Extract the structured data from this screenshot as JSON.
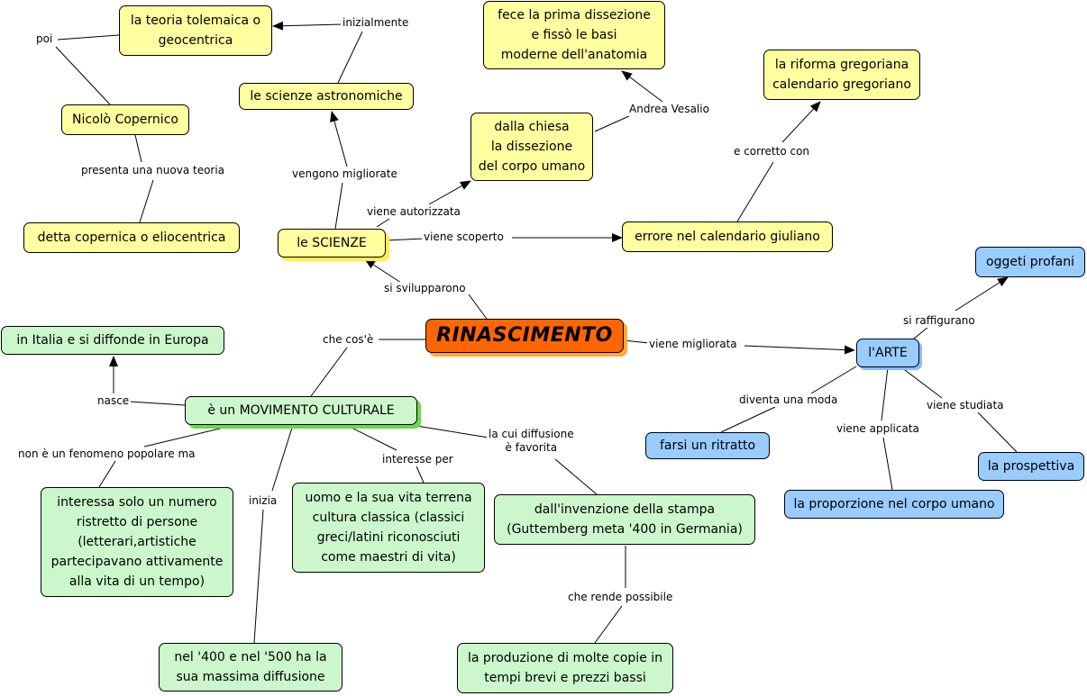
{
  "nodes": {
    "rinascimento": "RINASCIMENTO",
    "scienze": "le SCIENZE",
    "arte": "l'ARTE",
    "movimento": "è un MOVIMENTO CULTURALE",
    "tolemaica": "la teoria tolemaica o\ngeocentrica",
    "astronomiche": "le scienze astronomiche",
    "copernico": "Nicolò Copernico",
    "copernicana": "detta copernica o eliocentrica",
    "vesalio_box": "fece la prima dissezione\ne fissò le basi\nmoderne dell'anatomia",
    "dissezione": "dalla chiesa\nla dissezione\ndel corpo umano",
    "riforma": "la riforma gregoriana\ncalendario gregoriano",
    "errore": "errore nel calendario giuliano",
    "oggetti": "oggeti profani",
    "ritratto": "farsi un ritratto",
    "prospettiva": "la prospettiva",
    "proporzione": "la proporzione nel corpo umano",
    "italia": "in Italia e si diffonde in Europa",
    "ristretto": "interessa solo un numero\nristretto di persone\n(letterari,artistiche\npartecipavano attivamente\nalla vita di un tempo)",
    "uomo": "uomo e la sua vita terrena\ncultura classica (classici\ngreci/latini riconosciuti\ncome maestri di vita)",
    "stampa": "dall'invenzione della stampa\n(Guttemberg meta '400 in Germania)",
    "quattrocento": "nel '400 e nel '500 ha la\nsua massima diffusione",
    "copie": "la produzione di molte copie in\ntempi brevi e prezzi bassi"
  },
  "links": {
    "poi": "poi",
    "inizialmente": "inizialmente",
    "presenta": "presenta una nuova teoria",
    "vengono": "vengono migliorate",
    "vesalio": "Andrea Vesalio",
    "autorizzata": "viene autorizzata",
    "corretto": "e corretto con",
    "scoperto": "viene scoperto",
    "svilupparono": "si svilupparono",
    "checose": "che cos'è",
    "migliorata": "viene migliorata",
    "raffigurano": "si raffigurano",
    "moda": "diventa una moda",
    "studiata": "viene studiata",
    "applicata": "viene applicata",
    "nasce": "nasce",
    "popolare": "non è un fenomeno popolare ma",
    "interesse": "interesse per",
    "diffusione": "la cui diffusione\nè favorita",
    "inizia": "inizia",
    "rende": "che rende possibile"
  },
  "colors": {
    "main": "#ff6600",
    "yellow_node": "#ffffa0",
    "green_node": "#ccf7cc",
    "blue_node": "#99ccff"
  }
}
